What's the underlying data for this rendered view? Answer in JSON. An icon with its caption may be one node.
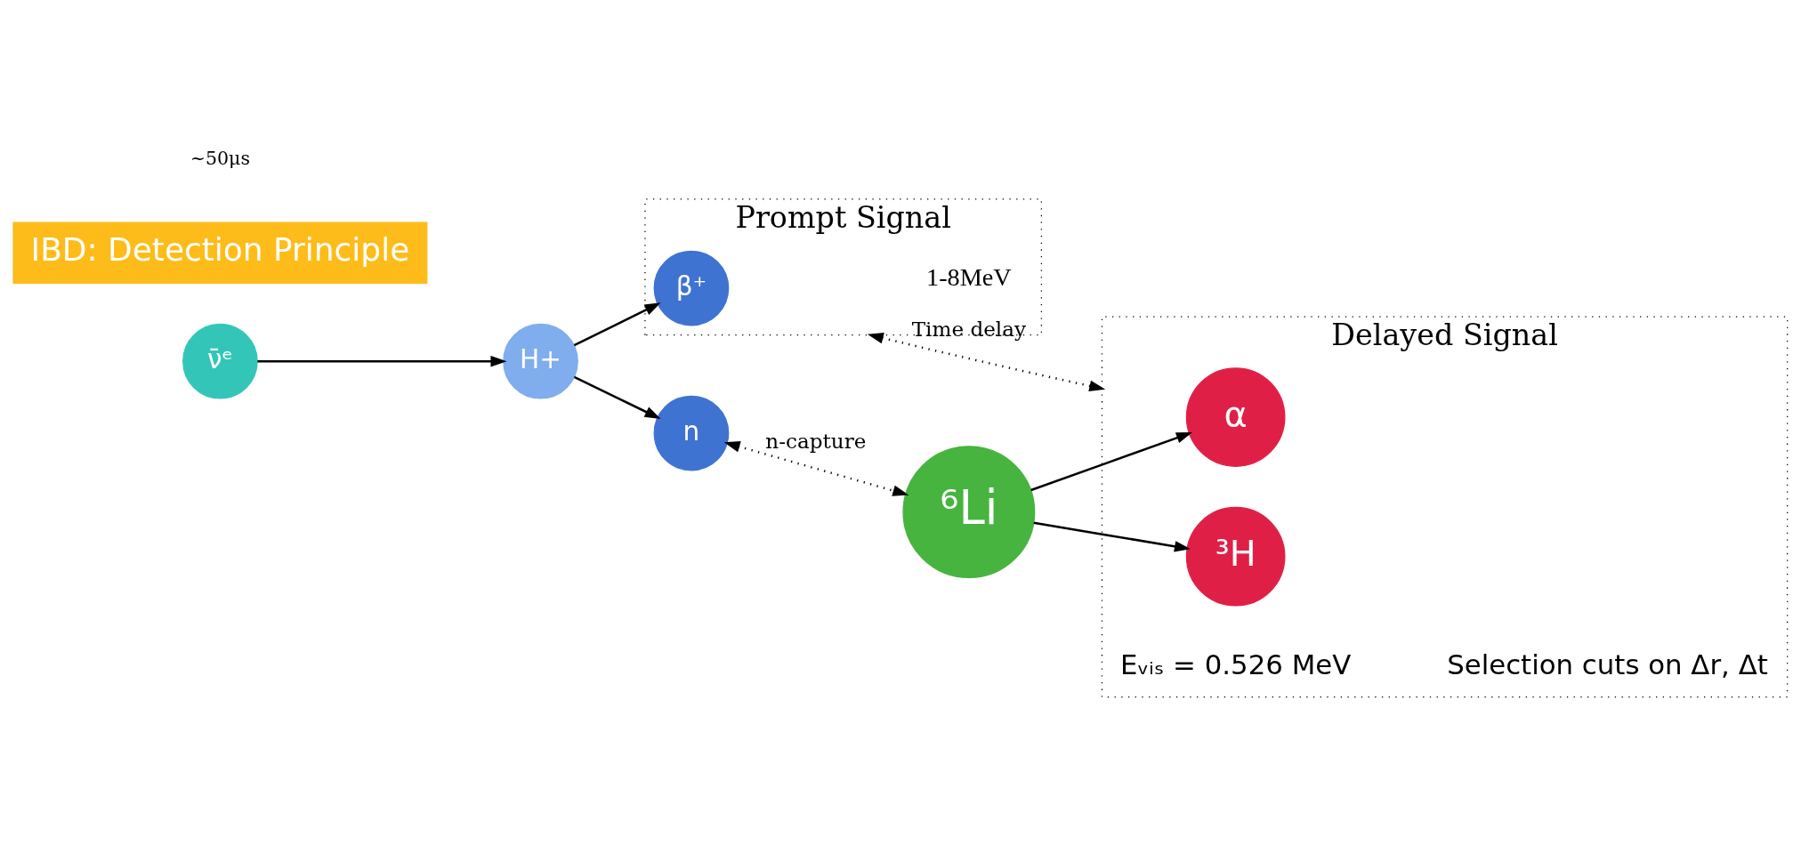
{
  "diagram": {
    "nodes": [
      {
        "text": [
          "Prompt Signal"
        ]
      },
      {
        "text": [
          "β⁺"
        ],
        "in": 0
      },
      {
        "text": [
          "Delayed Signal"
        ]
      },
      {
        "text": [
          "α"
        ],
        "in": 2
      },
      {
        "text": [
          "³H"
        ],
        "in": 2
      },
      {
        "text": [
          "ν̄ᵉ"
        ]
      },
      {
        "text": [
          "H+"
        ]
      },
      {
        "text": [
          "n"
        ]
      },
      {
        "text": [
          "⁶Li"
        ]
      },
      {
        "text": [
          "IBD: Detection Principle"
        ]
      }
    ],
    "edges": [
      {
        "from": 5,
        "to": 6,
        "arrow": "to"
      },
      {
        "from": 6,
        "to": 1,
        "arrow": "to"
      },
      {
        "from": 6,
        "to": 7,
        "arrow": "to"
      },
      {
        "from": 7,
        "to": 8,
        "arrow": "both",
        "label": "n-capture",
        "style": "dashed"
      },
      {
        "from": 8,
        "to": 3,
        "arrow": "to"
      },
      {
        "from": 8,
        "to": 4,
        "arrow": "to"
      },
      {
        "from": 0,
        "to": 2,
        "arrow": "both",
        "label": "Time delay",
        "style": "dashed"
      }
    ],
    "labels": [
      "1-8MeV",
      "~50μs",
      "Eᵥᵢₛ = 0.526 MeV",
      "Selection cuts on Δr, Δt"
    ]
  }
}
